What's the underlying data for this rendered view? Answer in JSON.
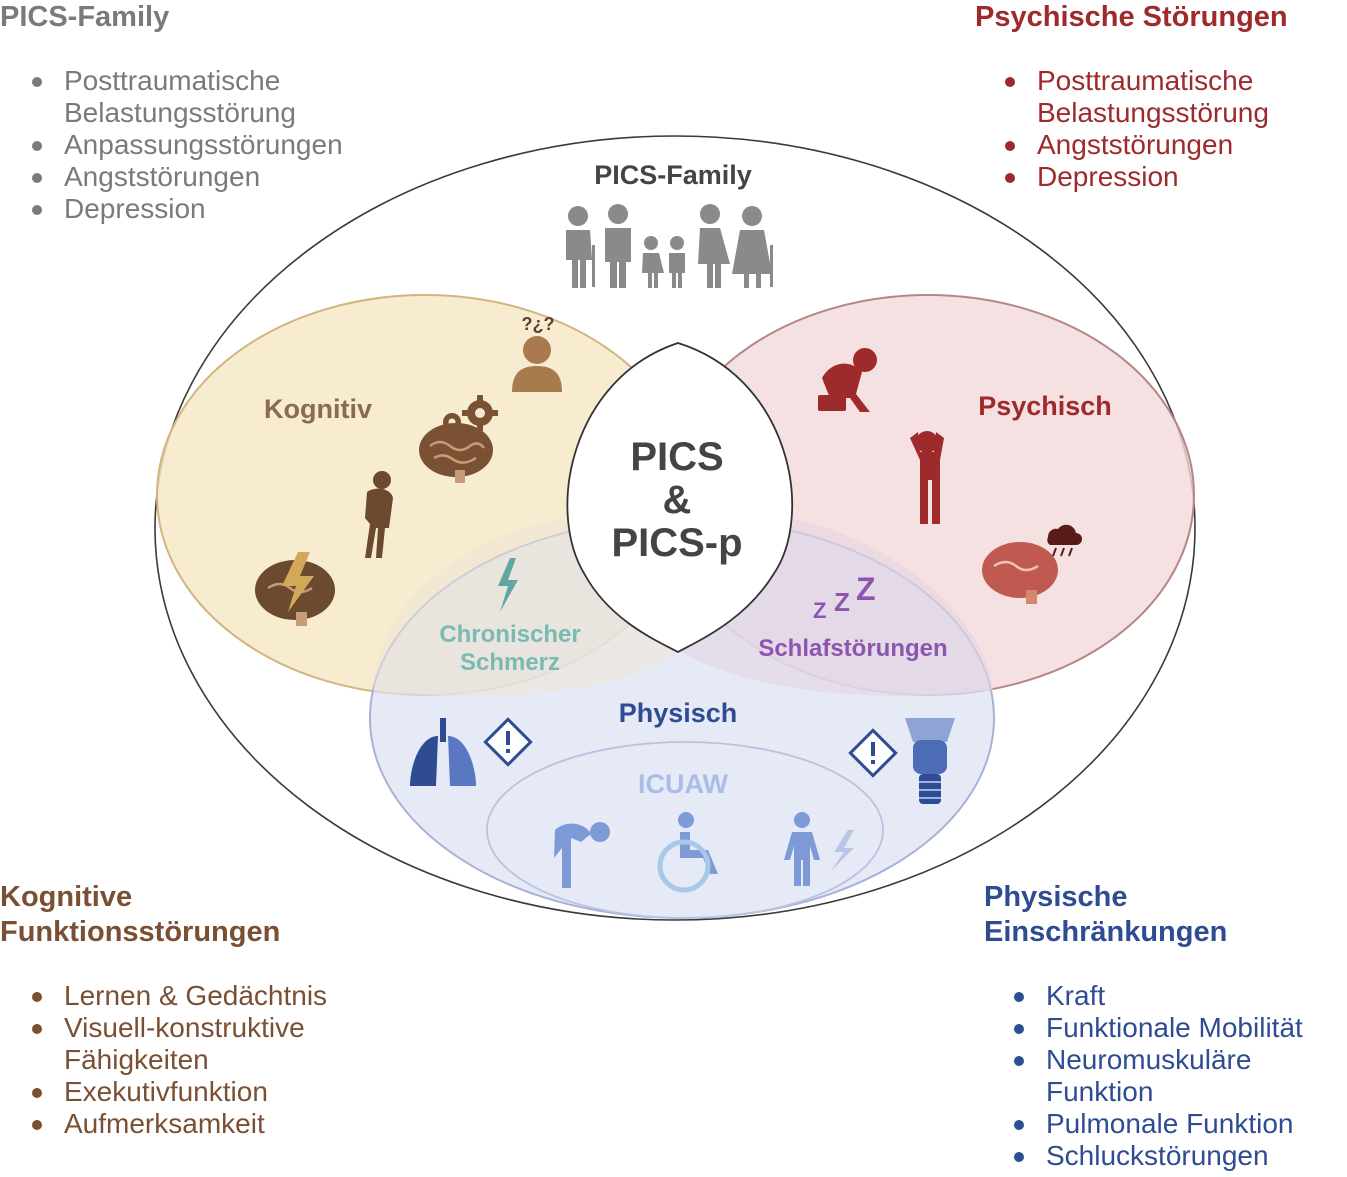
{
  "corners": {
    "pics_family": {
      "title": "PICS-Family",
      "items": [
        "Posttraumatische\nBelastungsstörung",
        "Anpassungsstörungen",
        "Angststörungen",
        "Depression"
      ]
    },
    "psychische": {
      "title": "Psychische Störungen",
      "items": [
        "Posttraumatische\nBelastungsstörung",
        "Angststörungen",
        "Depression"
      ]
    },
    "kognitive": {
      "title": "Kognitive\nFunktionsstörungen",
      "items": [
        "Lernen & Gedächtnis",
        "Visuell-konstruktive\nFähigkeiten",
        "Exekutivfunktion",
        "Aufmerksamkeit"
      ]
    },
    "physische": {
      "title": "Physische\nEinschränkungen",
      "items": [
        "Kraft",
        "Funktionale Mobilität",
        "Neuromuskuläre\nFunktion",
        "Pulmonale Funktion",
        "Schluckstörungen"
      ]
    }
  },
  "diagram": {
    "outer_label": "PICS-Family",
    "kognitiv_label": "Kognitiv",
    "psychisch_label": "Psychisch",
    "physisch_label": "Physisch",
    "center_line1": "PICS",
    "center_line2": "&",
    "center_line3": "PICS-p",
    "schmerz_line1": "Chronischer",
    "schmerz_line2": "Schmerz",
    "schlaf_label": "Schlafstörungen",
    "icuaw_label": "ICUAW",
    "question_marks": "?¿?",
    "zzz": "Z"
  },
  "colors": {
    "gray": "#7a7a7a",
    "kognitiv": "#8a6a50",
    "kognitiv_fill": "#f6e8c8",
    "psychisch": "#9e2a2b",
    "psychisch_fill": "#f3dada",
    "physisch": "#2f4c93",
    "physisch_fill": "#dde2f2",
    "teal": "#7ab9b4",
    "purple": "#8c55b0",
    "icuaw": "#8fa8dc"
  }
}
